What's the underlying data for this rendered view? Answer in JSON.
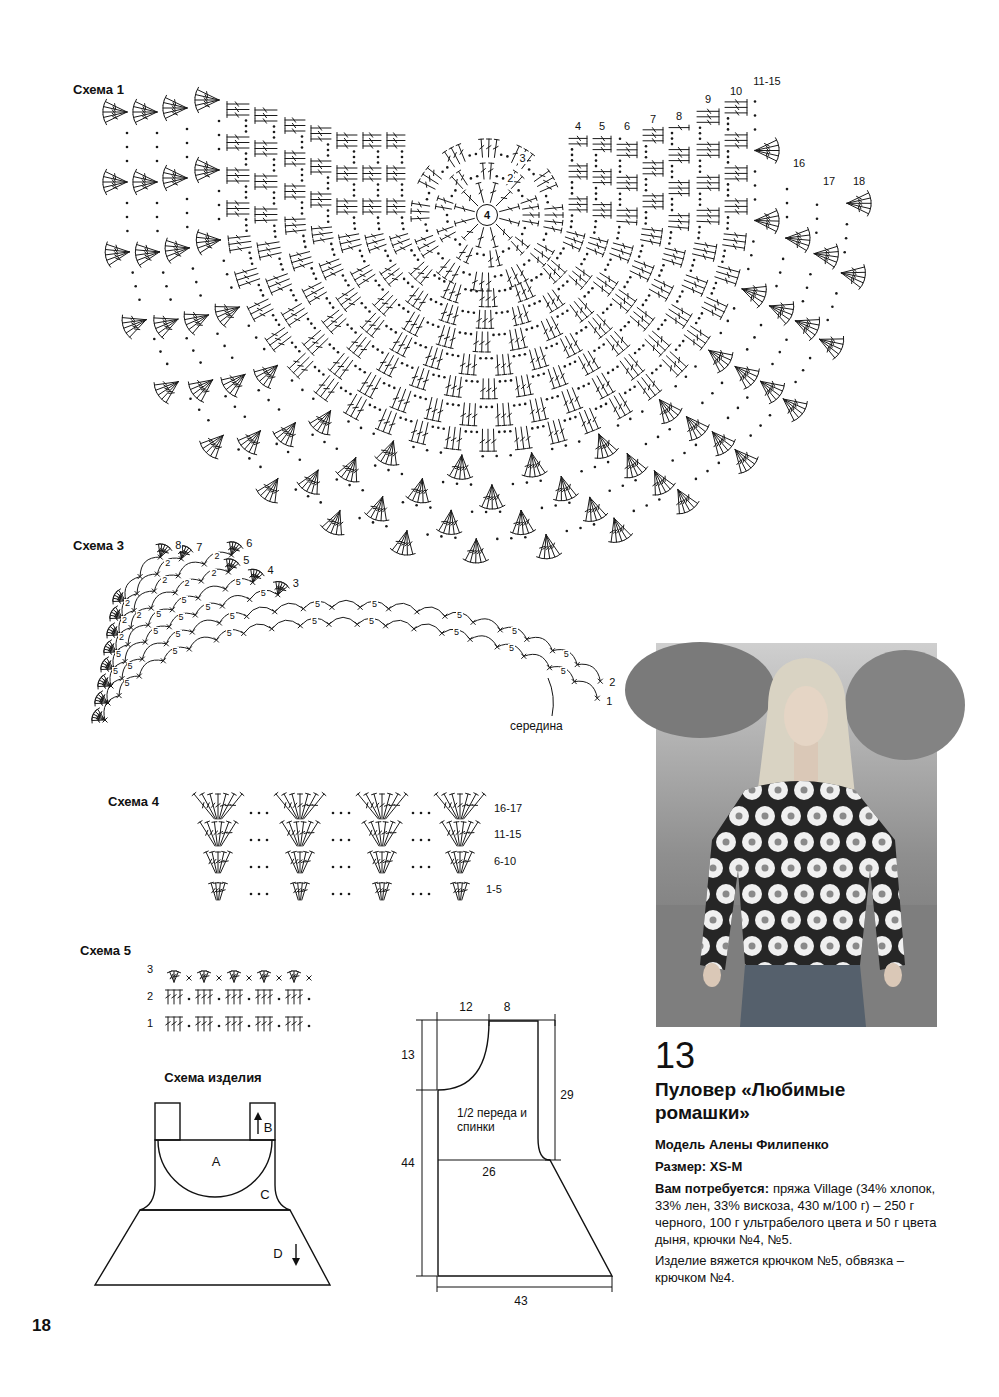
{
  "diagram": {
    "nodes": [
      {
        "text": [
          "4"
        ]
      },
      {
        "text": [
          "1/2 переда и спинки"
        ]
      }
    ],
    "labels": [
      "Схема 1",
      "2",
      "3",
      "4",
      "5",
      "6",
      "7",
      "8",
      "9",
      "10",
      "11-15",
      "16",
      "17",
      "18",
      "Схема 3",
      "8",
      "7",
      "6",
      "5",
      "4",
      "3",
      "5",
      "5",
      "5",
      "5",
      "5",
      "5",
      "5",
      "5",
      "5",
      "5",
      "5",
      "5",
      "5",
      "5",
      "5",
      "5",
      "5",
      "5",
      "5",
      "5",
      "5",
      "5",
      "5",
      "5",
      "5",
      "2",
      "2",
      "2",
      "2",
      "2",
      "2",
      "2",
      "2",
      "2",
      "2",
      "1",
      "середина",
      "Схема 4",
      "16-17",
      "11-15",
      "6-10",
      "1-5",
      "Схема 5",
      "3",
      "2",
      "1",
      "Схема изделия",
      "A",
      "B",
      "C",
      "D",
      "12",
      "8",
      "13",
      "29",
      "44",
      "26",
      "43",
      "13",
      "Пуловер «Любимые ромашки»",
      "Модель Алены Филипенко",
      "Размер: XS-M",
      "Вам потребуется:",
      "пряжа Village (34% хлопок, 33% лен, 33% вискоза, 430 м/100 г) – 250 г черного, 100 г ультрабелого цвета и 50 г цвета дыня, крючки №4, №5.",
      "Изделие вяжется крючком №5, обвязка – крючком №4.",
      "18"
    ]
  }
}
